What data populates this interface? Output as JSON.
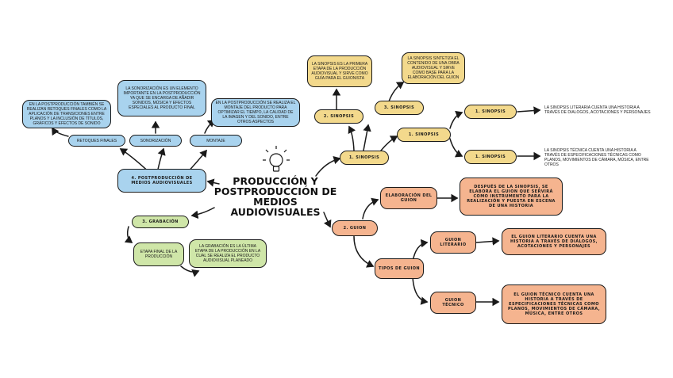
{
  "title": "PRODUCCIÓN Y POSTPRODUCCIÓN DE MEDIOS AUDIOVISUALES",
  "icon": "lightbulb-icon",
  "colors": {
    "yellow": "#f3d98c",
    "blue": "#a9d3ee",
    "green": "#cfe6a8",
    "orange": "#f5b48f"
  },
  "sinopsis": {
    "root": "1. SINOPSIS",
    "branch2": "2. SINOPSIS",
    "branch3": "3. SINOPSIS",
    "desc_first": "LA SINOPSIS ES LA PRIMERA ETAPA DE LA PRODUCCIÓN AUDIOVISUAL Y SIRVE COMO GUÍA PARA EL GUIONISTA",
    "desc_synth": "LA SINOPSIS SINTETIZA EL CONTENIDO DE UNA OBRA AUDIOVISUAL Y SIRVE COMO BASE PARA LA ELABORACIÓN DEL GUION",
    "lit": "1. SINOPSIS",
    "tec": "1. SINOPSIS",
    "lit_desc": "LA SINOPSIS LITERARIA CUENTA UNA HISTORIA A TRAVÉS DE DIALOGOS, ACOTACIONES Y PERSONAJES",
    "tec_desc": "LA SINOPSIS TÉCNICA CUENTA UNA HISTORIA A TRAVÉS DE ESPECIFICACIONES TÉCNICAS COMO PLANOS, MOVIMIENTOS DE CÁMARA, MÚSICA, ENTRE OTROS"
  },
  "guion": {
    "root": "2. GUION",
    "elab": "ELABORACIÓN DEL GUION",
    "elab_desc": "DESPUÉS DE LA SINOPSIS, SE ELABORA EL GUION QUE SERVIRÁ COMO INSTRUMENTO PARA LA REALIZACIÓN Y PUESTA EN ESCENA DE UNA HISTORIA",
    "tipos": "TIPOS DE GUION",
    "literario": "GUION LITERARIO",
    "literario_desc": "EL GUION LITERARIO CUENTA UNA HISTORIA A TRAVÉS DE DIÁLOGOS, ACOTACIONES Y PERSONAJES",
    "tecnico": "GUION TÉCNICO",
    "tecnico_desc": "EL GUION TÉCNICO CUENTA UNA HISTORIA A TRAVÉS DE ESPECIFICACIONES TÉCNICAS COMO PLANOS, MOVIMIENTOS DE CÁMARA, MÚSICA, ENTRE OTROS"
  },
  "grabacion": {
    "root": "3. GRABACIÓN",
    "etapa": "ETAPA FINAL DE LA PRODUCCIÓN",
    "etapa_desc": "LA GRABACIÓN ES LA ÚLTIMA ETAPA DE LA PRODUCCIÓN EN LA CUAL SE REALIZA EL PRODUCTO AUDIOVISUAL PLANEADO"
  },
  "post": {
    "root": "4. POSTPRODUCCIÓN DE MEDIOS AUDIOVISUALES",
    "retoques": "RETOQUES FINALES",
    "sonorizacion": "SONORIZACIÓN",
    "montaje": "MONTAJE",
    "retoques_desc": "EN LA POSTPRODUCCIÓN TAMBIÉN SE REALIZAN RETOQUES FINALES COMO LA APLICACIÓN DE TRANSICIONES ENTRE PLANOS Y LA INCLUSIÓN DE TÍTULOS, GRÁFICOS Y EFECTOS DE SONIDO",
    "sonorizacion_desc": "LA SONORIZACIÓN ES UN ELEMENTO IMPORTANTE EN LA POSTPRODUCCIÓN YA QUE SE ENCARGA DE AÑADIR SONIDOS, MÚSICA Y EFECTOS ESPECIALES AL PRODUCTO FINAL",
    "montaje_desc": "EN LA POSTPRODUCCIÓN SE REALIZA EL MONTAJE DEL PRODUCTO PARA OPTIMIZAR EL TIEMPO, LA CALIDAD DE LA IMAGEN Y DEL SONIDO, ENTRE OTROS ASPECTOS"
  }
}
